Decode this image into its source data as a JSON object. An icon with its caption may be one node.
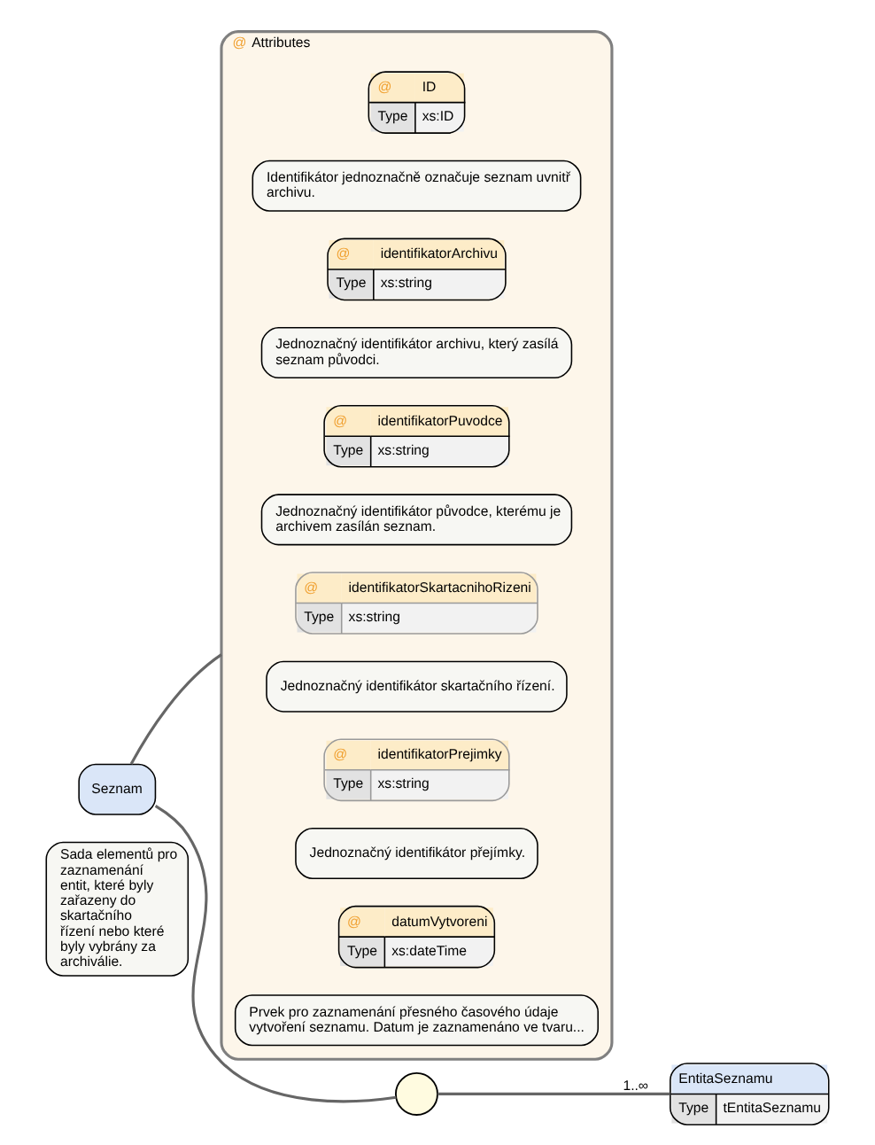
{
  "diagram": {
    "nodes": [
      {
        "text": [
          "Seznam"
        ]
      },
      {
        "text": [
          "Sada elementů pro zaznamenání entit, které byly zařazeny do skartačního řízení nebo které byly vybrány za archiválie."
        ]
      },
      {
        "text": [
          "@",
          "Attributes"
        ]
      },
      {
        "text": [
          "@",
          "ID",
          "Type",
          "xs:ID"
        ],
        "in": 2
      },
      {
        "text": [
          "Identifikátor jednoznačně označuje seznam uvnitř archivu."
        ],
        "in": 2
      },
      {
        "text": [
          "@",
          "identifikatorArchivu",
          "Type",
          "xs:string"
        ],
        "in": 2
      },
      {
        "text": [
          "Jednoznačný identifikátor archivu, který zasílá seznam původci."
        ],
        "in": 2
      },
      {
        "text": [
          "@",
          "identifikatorPuvodce",
          "Type",
          "xs:string"
        ],
        "in": 2
      },
      {
        "text": [
          "Jednoznačný identifikátor původce, kterému je archivem zasílán seznam."
        ],
        "in": 2
      },
      {
        "text": [
          "@",
          "identifikatorSkartacnihoRizeni",
          "Type",
          "xs:string"
        ],
        "in": 2
      },
      {
        "text": [
          "Jednoznačný identifikátor skartačního řízení."
        ],
        "in": 2
      },
      {
        "text": [
          "@",
          "identifikatorPrejimky",
          "Type",
          "xs:string"
        ],
        "in": 2
      },
      {
        "text": [
          "Jednoznačný identifikátor přejímky."
        ],
        "in": 2
      },
      {
        "text": [
          "@",
          "datumVytvoreni",
          "Type",
          "xs:dateTime"
        ],
        "in": 2
      },
      {
        "text": [
          "Prvek pro zaznamenání přesného časového údaje vytvoření seznamu. Datum je zaznamenáno ve tvaru..."
        ],
        "in": 2
      },
      {
        "text": [],
        "shape": "circle"
      },
      {
        "text": [
          "EntitaSeznamu",
          "Type",
          "tEntitaSeznamu"
        ]
      }
    ],
    "edges": [
      {
        "from": 0,
        "to": 2,
        "arrow": "none"
      },
      {
        "from": 0,
        "to": 15,
        "arrow": "none"
      },
      {
        "from": 15,
        "to": 16,
        "arrow": "none",
        "label": "1..∞"
      }
    ]
  }
}
